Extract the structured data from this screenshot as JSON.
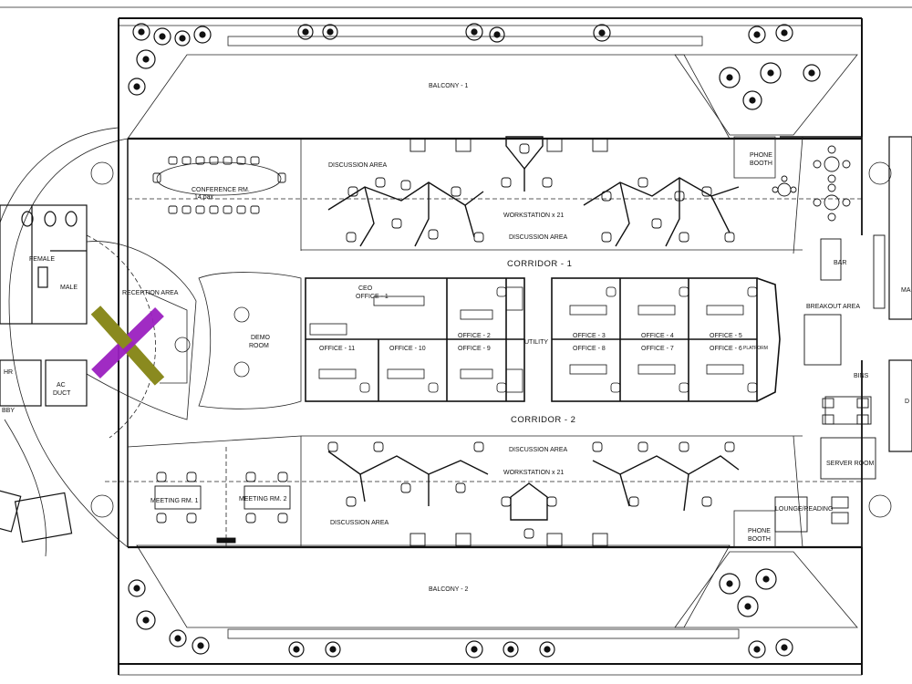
{
  "labels": {
    "balcony_1": "BALCONY - 1",
    "balcony_2": "BALCONY - 2",
    "corridor_1": "CORRIDOR - 1",
    "corridor_2": "CORRIDOR - 2",
    "conference_room": "CONFERENCE RM.",
    "conference_pax": "14 pax",
    "discussion_area": "DISCUSSION AREA",
    "workstation": "WORKSTATION x 21",
    "phone_booth_line1": "PHONE",
    "phone_booth_line2": "BOOTH",
    "reception_area": "RECEPTION AREA",
    "demo_room_line1": "DEMO",
    "demo_room_line2": "ROOM",
    "ceo_line1": "CEO",
    "ceo_line2": "OFFICE - 1",
    "office_2": "OFFICE - 2",
    "office_3": "OFFICE - 3",
    "office_4": "OFFICE - 4",
    "office_5": "OFFICE - 5",
    "office_6": "OFFICE - 6",
    "office_7": "OFFICE - 7",
    "office_8": "OFFICE - 8",
    "office_9": "OFFICE - 9",
    "office_10": "OFFICE - 10",
    "office_11": "OFFICE - 11",
    "utility": "UTILITY",
    "platform": "PLATFORM",
    "breakout_area": "BREAKOUT AREA",
    "bar": "BAR",
    "bins": "BINS",
    "server_room": "SERVER ROOM",
    "lounge_reading": "LOUNGE/READING",
    "meeting_rm_1": "MEETING RM. 1",
    "meeting_rm_2": "MEETING RM. 2",
    "female": "FEMALE",
    "male": "MALE",
    "male_right": "MA",
    "hr": "HR",
    "ac_duct_line1": "AC",
    "ac_duct_line2": "DUCT",
    "lobby": "BBY",
    "d_right": "D"
  },
  "colors": {
    "line": "#111111",
    "reception_mark_1": "#8a8a1f",
    "reception_mark_2": "#9b20c0",
    "tree": "#1a1a1a"
  }
}
